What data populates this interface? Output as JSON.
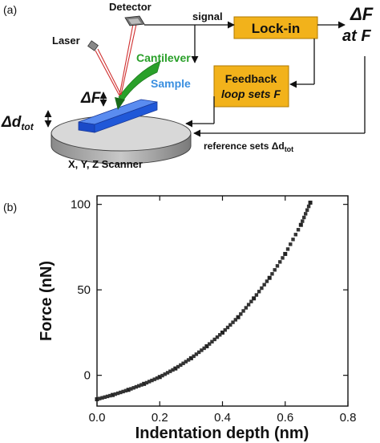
{
  "panel_a": {
    "label": "(a)",
    "detector": "Detector",
    "laser": "Laser",
    "cantilever": "Cantilever",
    "sample": "Sample",
    "signal": "signal",
    "lockin": "Lock-in",
    "feedback_line1": "Feedback",
    "feedback_line2": "loop sets F",
    "output_line1": "ΔF",
    "output_line2": "at F",
    "delta_f": "ΔF",
    "delta_d": "Δd",
    "delta_d_sub": "tot",
    "reference": "reference sets Δd",
    "reference_sub": "tot",
    "scanner": "X, Y, Z Scanner",
    "colors": {
      "box": "#f2b21b",
      "cantilever": "#2aa02a",
      "sample_text": "#3a8fe0",
      "sample": "#1f5fe0"
    }
  },
  "panel_b": {
    "label": "(b)"
  },
  "chart_data": {
    "type": "scatter",
    "xlabel": "Indentation depth (nm)",
    "ylabel": "Force (nN)",
    "xlim": [
      0.0,
      0.8
    ],
    "ylim": [
      -18,
      105
    ],
    "xticks": [
      0.0,
      0.2,
      0.4,
      0.6,
      0.8
    ],
    "xtick_labels": [
      "0.0",
      "0.2",
      "0.4",
      "0.6",
      "0.8"
    ],
    "yticks": [
      0,
      50,
      100
    ],
    "ytick_labels": [
      "0",
      "50",
      "100"
    ],
    "grid": false,
    "x": [
      0.0,
      0.05,
      0.1,
      0.15,
      0.2,
      0.25,
      0.3,
      0.35,
      0.4,
      0.45,
      0.5,
      0.55,
      0.6,
      0.65,
      0.68
    ],
    "y": [
      -14,
      -11.5,
      -8.5,
      -5,
      -1,
      4,
      10,
      17,
      25,
      34,
      45,
      57,
      71,
      88,
      101
    ]
  }
}
